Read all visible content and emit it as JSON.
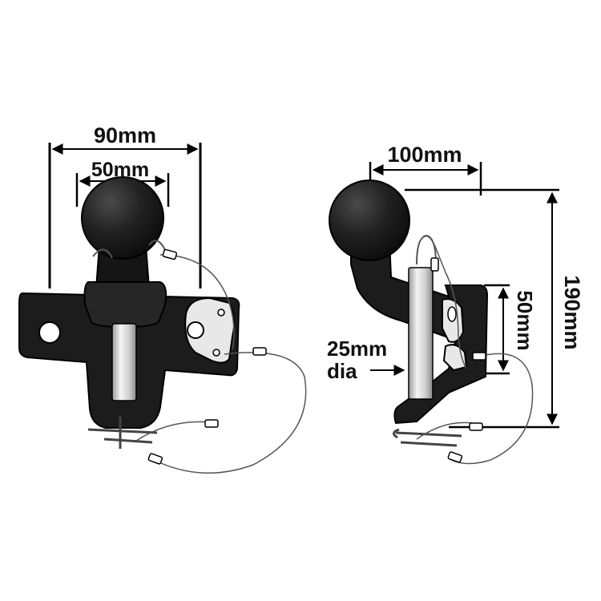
{
  "front_view": {
    "overall_width_label": "90mm",
    "ball_diameter_label": "50mm"
  },
  "side_view": {
    "ball_offset_label": "100mm",
    "overall_height_label": "190mm",
    "jaw_opening_label": "50mm",
    "pin_diameter_label_line1": "25mm",
    "pin_diameter_label_line2": "dia"
  },
  "colors": {
    "body": "#1c1c1c",
    "outline": "#000000",
    "pin": "#d9d9d9",
    "wire": "#555555",
    "dimension_line": "#000000"
  }
}
